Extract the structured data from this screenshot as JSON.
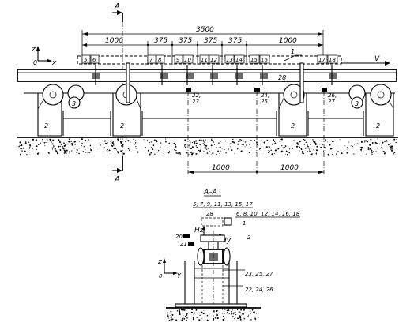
{
  "section_marks": {
    "top": "A",
    "bottom": "A"
  },
  "dimensions": {
    "overall": "3500",
    "spans": [
      "1000",
      "375",
      "375",
      "375",
      "375",
      "1000"
    ],
    "bottom": [
      "1000",
      "1000"
    ]
  },
  "axes_main": {
    "z": "z",
    "origin": "0",
    "x": "x",
    "v": "V"
  },
  "sensor_pairs": [
    [
      "5",
      "6"
    ],
    [
      "7",
      "8"
    ],
    [
      "9",
      "10"
    ],
    [
      "11",
      "12"
    ],
    [
      "13",
      "14"
    ],
    [
      "15",
      "16"
    ],
    [
      "17",
      "18"
    ]
  ],
  "main_labels": {
    "rail": "1",
    "beam": "28",
    "wheel_left": "3",
    "wheel_right": "3",
    "support_1": "2",
    "support_2": "2",
    "support_3": "2",
    "support_4": "2",
    "acc_1a": "22,",
    "acc_1b": "23",
    "acc_2a": "24,",
    "acc_2b": "25",
    "acc_3a": "26,",
    "acc_3b": "27"
  },
  "section_view": {
    "title": "A–A",
    "label_odd": "5, 7, 9, 11, 13, 15, 17",
    "label_even": "6, 8, 10, 12, 14, 16, 18",
    "beam": "28",
    "rail": "1",
    "support": "2",
    "hz": "Hz",
    "hy": "Hy",
    "sensor_20": "20",
    "sensor_21": "21",
    "acc_a": "23, 25, 27",
    "acc_b": "22, 24, 26",
    "axes": {
      "z": "z",
      "origin": "0",
      "y": "Y"
    }
  }
}
